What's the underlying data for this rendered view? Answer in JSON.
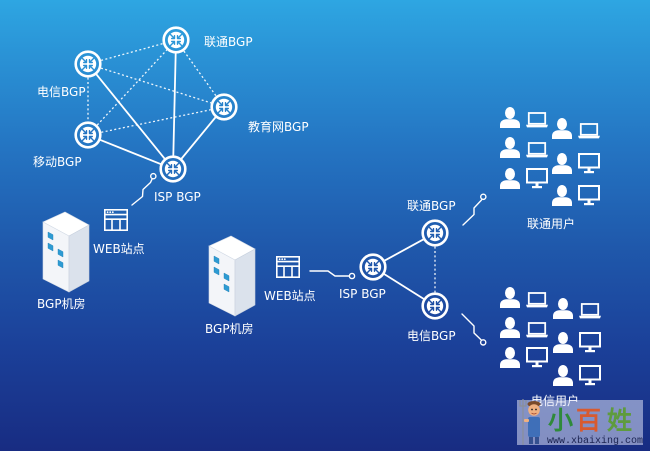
{
  "diagram": {
    "isp_mesh": {
      "nodes": [
        {
          "id": "unicom",
          "label": "联通BGP",
          "icon": "router-icon"
        },
        {
          "id": "telecom",
          "label": "电信BGP",
          "icon": "router-icon"
        },
        {
          "id": "education",
          "label": "教育网BGP",
          "icon": "router-icon"
        },
        {
          "id": "mobile",
          "label": "移动BGP",
          "icon": "router-icon"
        },
        {
          "id": "isp",
          "label": "ISP BGP",
          "icon": "router-icon"
        }
      ],
      "links": [
        {
          "from": "telecom",
          "to": "isp",
          "style": "solid"
        },
        {
          "from": "mobile",
          "to": "isp",
          "style": "solid"
        },
        {
          "from": "unicom",
          "to": "isp",
          "style": "solid"
        },
        {
          "from": "education",
          "to": "isp",
          "style": "solid"
        },
        {
          "from": "telecom",
          "to": "unicom",
          "style": "dashed"
        },
        {
          "from": "telecom",
          "to": "education",
          "style": "dashed"
        },
        {
          "from": "telecom",
          "to": "mobile",
          "style": "dashed"
        },
        {
          "from": "mobile",
          "to": "unicom",
          "style": "dashed"
        },
        {
          "from": "mobile",
          "to": "education",
          "style": "dashed"
        },
        {
          "from": "unicom",
          "to": "education",
          "style": "dashed"
        }
      ]
    },
    "left_site": {
      "datacenter_label": "BGP机房",
      "datacenter_icon": "building-icon",
      "web_label": "WEB站点",
      "web_icon": "webpage-icon"
    },
    "center_site": {
      "datacenter_label": "BGP机房",
      "datacenter_icon": "building-icon",
      "web_label": "WEB站点",
      "web_icon": "webpage-icon"
    },
    "distribution": {
      "nodes": [
        {
          "id": "isp",
          "label": "ISP BGP",
          "icon": "router-icon"
        },
        {
          "id": "unicom",
          "label": "联通BGP",
          "icon": "router-icon"
        },
        {
          "id": "telecom",
          "label": "电信BGP",
          "icon": "router-icon"
        }
      ],
      "links": [
        {
          "from": "isp",
          "to": "unicom",
          "style": "solid"
        },
        {
          "from": "isp",
          "to": "telecom",
          "style": "solid"
        },
        {
          "from": "unicom",
          "to": "telecom",
          "style": "dashed"
        }
      ]
    },
    "user_groups": [
      {
        "label": "联通用户",
        "members": [
          {
            "icon": "person-icon",
            "device": "laptop"
          },
          {
            "icon": "person-icon",
            "device": "laptop"
          },
          {
            "icon": "person-icon",
            "device": "monitor"
          },
          {
            "icon": "person-icon",
            "device": "laptop"
          },
          {
            "icon": "person-icon",
            "device": "monitor"
          },
          {
            "icon": "person-icon",
            "device": "monitor"
          }
        ]
      },
      {
        "label": "电信用户",
        "members": [
          {
            "icon": "person-icon",
            "device": "laptop"
          },
          {
            "icon": "person-icon",
            "device": "laptop"
          },
          {
            "icon": "person-icon",
            "device": "monitor"
          },
          {
            "icon": "person-icon",
            "device": "laptop"
          },
          {
            "icon": "person-icon",
            "device": "monitor"
          },
          {
            "icon": "person-icon",
            "device": "monitor"
          }
        ]
      }
    ]
  },
  "watermark": {
    "characters": [
      {
        "char": "小",
        "color": "#2f8a3a"
      },
      {
        "char": "百",
        "color": "#d85a2f"
      },
      {
        "char": "姓",
        "color": "#5e9b3e"
      }
    ],
    "url": "www.xbaixing.com",
    "mascot_icon": "farmer-mascot-icon"
  },
  "colors": {
    "background_top": "#2ea6e2",
    "background_bottom": "#182c82",
    "foreground": "#ffffff",
    "window_accent": "#2d9bd3"
  }
}
